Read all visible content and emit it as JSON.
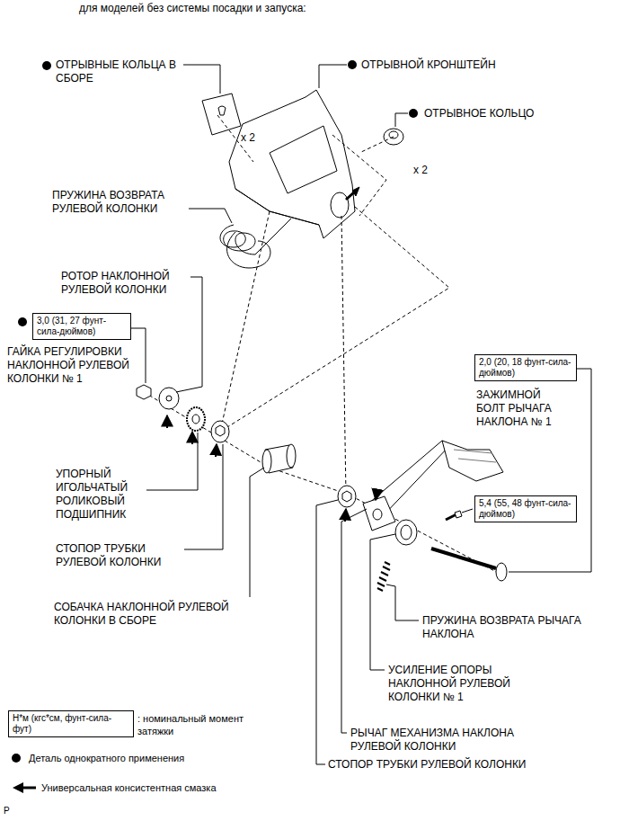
{
  "diagram": {
    "title": "для моделей без системы посадки и запуска:",
    "nodes": [
      {
        "text": [
          "3,0 (31, 27 фунт-сила-дюймов)"
        ]
      },
      {
        "text": [
          "2,0 (20, 18 фунт-сила-дюймов)"
        ]
      },
      {
        "text": [
          "5,4 (55, 48 фунт-сила-дюймов)"
        ]
      },
      {
        "text": [
          "Н*м (кгс*см, фунт-сила-фут)"
        ]
      }
    ],
    "labels": [
      "ОТРЫВНЫЕ КОЛЬЦА В СБОРЕ",
      "ОТРЫВНОЙ КРОНШТЕЙН",
      "ОТРЫВНОЕ КОЛЬЦО",
      "x 2",
      "x 2",
      "ПРУЖИНА ВОЗВРАТА РУЛЕВОЙ КОЛОНКИ",
      "РОТОР НАКЛОННОЙ РУЛЕВОЙ КОЛОНКИ",
      "ГАЙКА РЕГУЛИРОВКИ НАКЛОННОЙ РУЛЕВОЙ КОЛОНКИ № 1",
      "УПОРНЫЙ ИГОЛЬЧАТЫЙ РОЛИКОВЫЙ ПОДШИПНИК",
      "СТОПОР ТРУБКИ РУЛЕВОЙ КОЛОНКИ",
      "СОБАЧКА НАКЛОННОЙ РУЛЕВОЙ КОЛОНКИ В СБОРЕ",
      "ЗАЖИМНОЙ БОЛТ РЫЧАГА НАКЛОНА № 1",
      "ПРУЖИНА ВОЗВРАТА РЫЧАГА НАКЛОНА",
      "УСИЛЕНИЕ ОПОРЫ НАКЛОННОЙ РУЛЕВОЙ КОЛОНКИ № 1",
      "РЫЧАГ МЕХАНИЗМА НАКЛОНА РУЛЕВОЙ КОЛОНКИ",
      "СТОПОР ТРУБКИ РУЛЕВОЙ КОЛОНКИ",
      "P"
    ],
    "legend": [
      {
        "text": ": номинальный момент затяжки"
      },
      {
        "text": "Деталь однократного применения"
      },
      {
        "text": "Универсальная консистентная смазка"
      }
    ]
  }
}
